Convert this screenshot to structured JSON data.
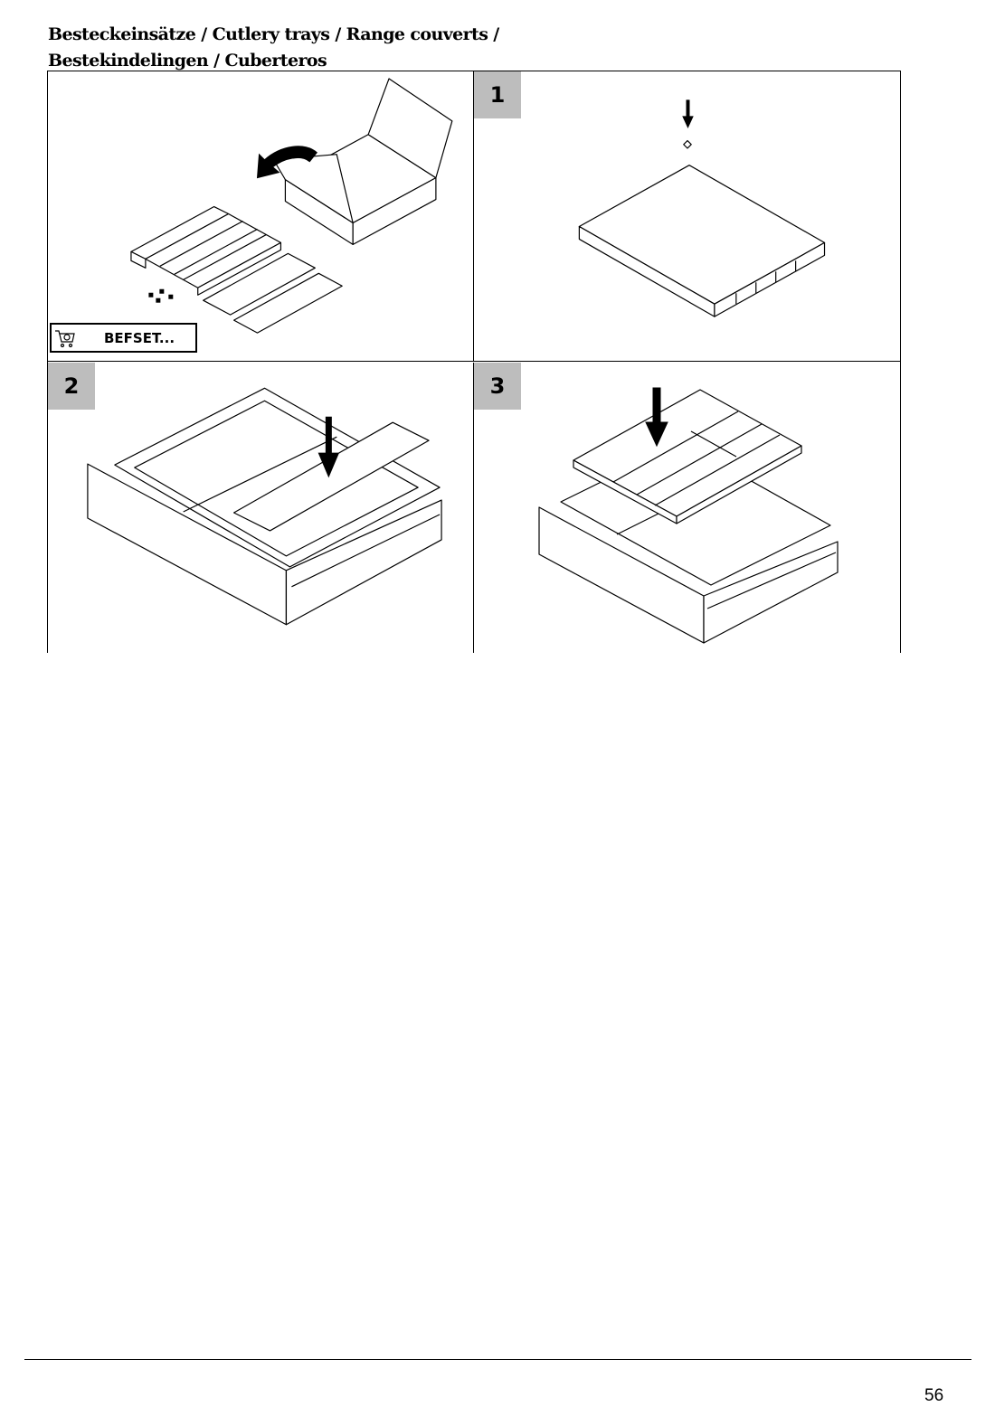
{
  "document": {
    "title_line1": "Besteckeinsätze / Cutlery trays / Range couverts /",
    "title_line2": "Bestekindelingen / Cuberteros",
    "page_number": "56"
  },
  "panels": [
    {
      "step": "",
      "set_code": "BEFSET...",
      "icon": "shopping-cart-icon"
    },
    {
      "step": "1"
    },
    {
      "step": "2"
    },
    {
      "step": "3"
    }
  ],
  "colors": {
    "step_badge": "#bdbdbd",
    "line": "#000000"
  }
}
